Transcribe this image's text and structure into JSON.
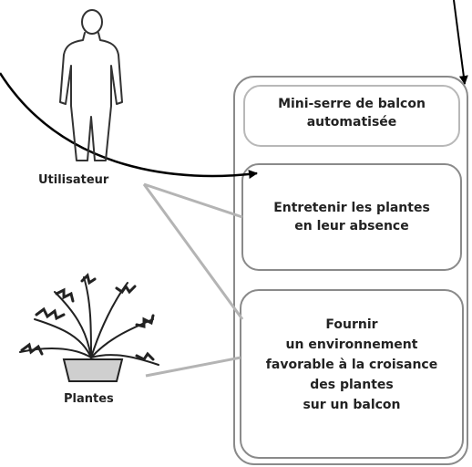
{
  "system": {
    "title_line1": "Mini-serre de balcon",
    "title_line2": "automatisée",
    "functions": [
      {
        "line1": "Entretenir les plantes",
        "line2": "en leur absence"
      },
      {
        "line1": "Fournir",
        "line2": "un environnement",
        "line3": "favorable à la croisance",
        "line4": "des plantes",
        "line5": "sur un balcon"
      }
    ]
  },
  "actors": {
    "user": {
      "label": "Utilisateur",
      "icon": "person-icon"
    },
    "plant": {
      "label": "Plantes",
      "icon": "potted-plant-icon"
    }
  },
  "colors": {
    "box_border": "#8a8a8a",
    "text": "#222222",
    "arrow": "#000000",
    "connector": "#b4b4b4"
  }
}
